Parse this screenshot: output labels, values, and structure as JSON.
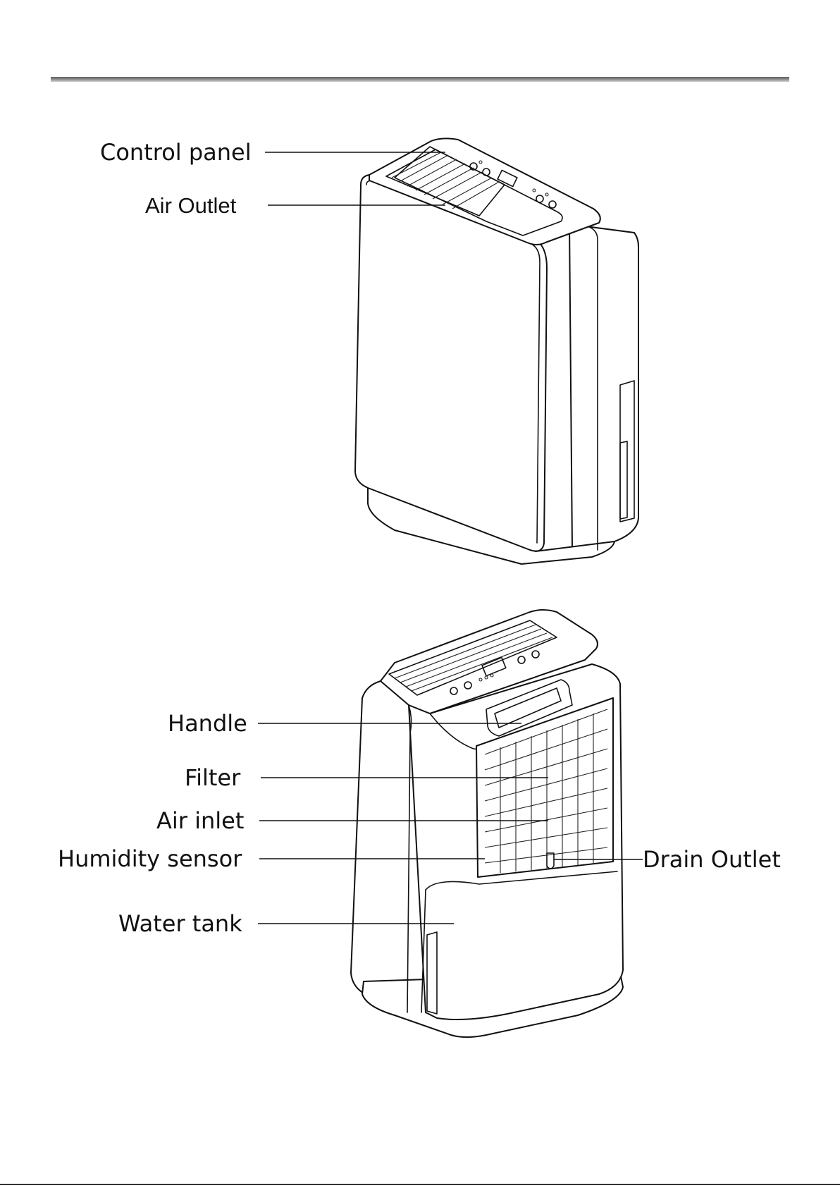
{
  "diagram": {
    "front_view": {
      "labels": {
        "control_panel": "Control panel",
        "air_outlet": "Air Outlet"
      }
    },
    "rear_view": {
      "labels": {
        "handle": "Handle",
        "filter": "Filter",
        "air_inlet": "Air inlet",
        "humidity_sensor": "Humidity sensor",
        "water_tank": "Water tank",
        "drain_outlet": "Drain Outlet"
      }
    }
  }
}
